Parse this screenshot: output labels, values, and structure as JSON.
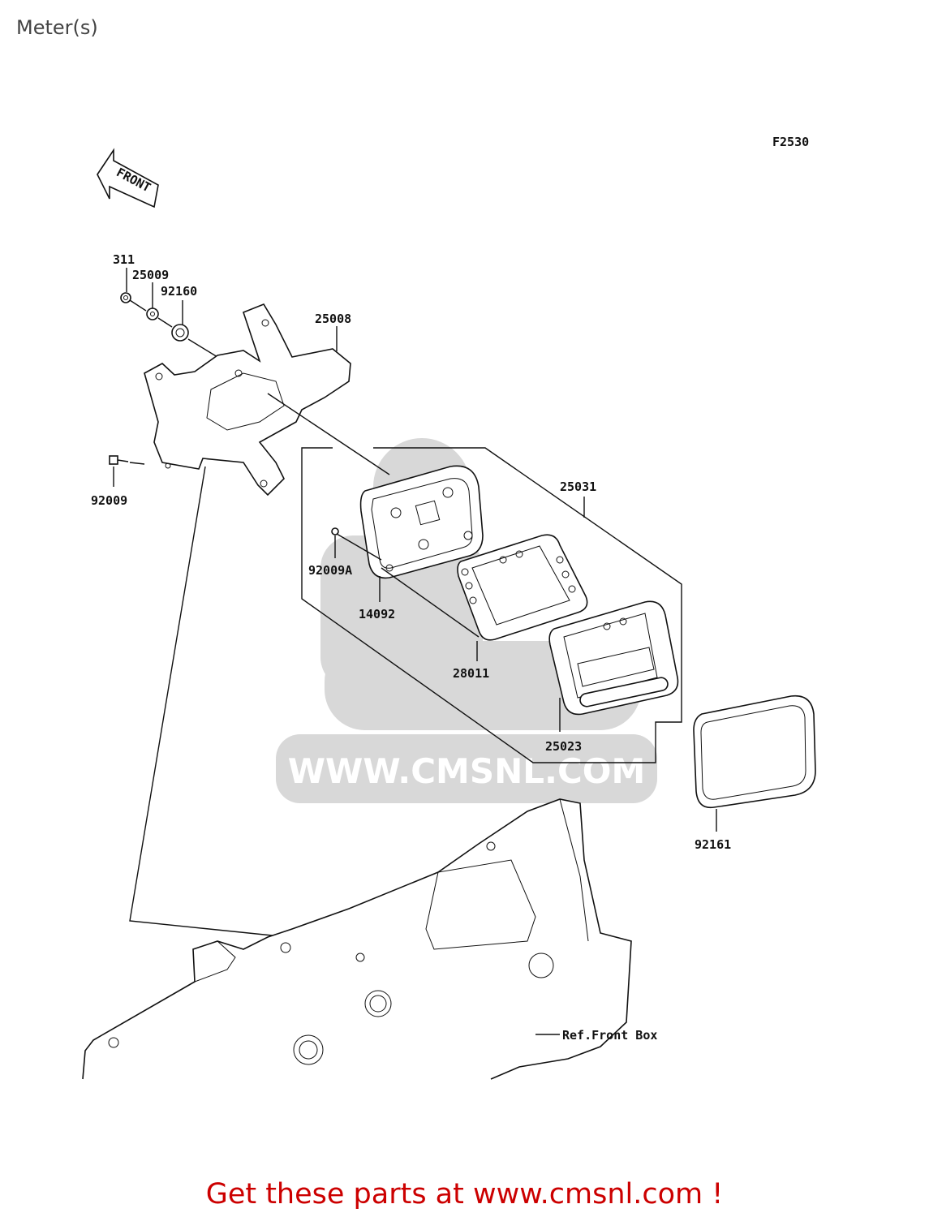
{
  "page": {
    "title": "Meter(s)"
  },
  "diagram": {
    "code": "F2530",
    "front_label": "FRONT",
    "watermark": "WWW.CMSNL.COM",
    "parts": [
      {
        "id": "p311",
        "label": "311"
      },
      {
        "id": "p25009",
        "label": "25009"
      },
      {
        "id": "p92160",
        "label": "92160"
      },
      {
        "id": "p25008",
        "label": "25008"
      },
      {
        "id": "p92009",
        "label": "92009"
      },
      {
        "id": "p25031",
        "label": "25031"
      },
      {
        "id": "p92009a",
        "label": "92009A"
      },
      {
        "id": "p14092",
        "label": "14092"
      },
      {
        "id": "p28011",
        "label": "28011"
      },
      {
        "id": "p25023",
        "label": "25023"
      },
      {
        "id": "p92161",
        "label": "92161"
      }
    ],
    "reference": "Ref.Front Box"
  },
  "footer": {
    "text": "Get these parts at www.cmsnl.com !",
    "color": "#cc0000"
  }
}
